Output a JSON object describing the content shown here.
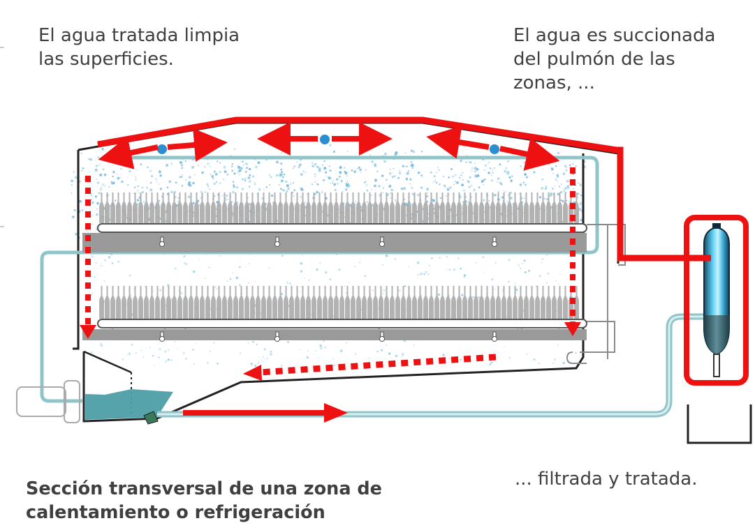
{
  "labels": {
    "top_left": "El agua tratada limpia las superficies.",
    "top_right": "El agua es succionada del pulmón de las zonas, ...",
    "bottom_right": "... filtrada y tratada."
  },
  "caption": "Sección transversal de una zona de calentamiento o refrigeración",
  "colors": {
    "flow_arrow": "#ee1111",
    "pipe": "#8fc4c8",
    "water": "#4e9ea6",
    "droplets": "#6bb6dc",
    "conveyor": "#9a9a9a",
    "outline": "#222222"
  },
  "icons": [
    "spray-nozzle-icon",
    "filter-unit-icon",
    "bottle-row-icon",
    "flow-arrow-icon"
  ]
}
